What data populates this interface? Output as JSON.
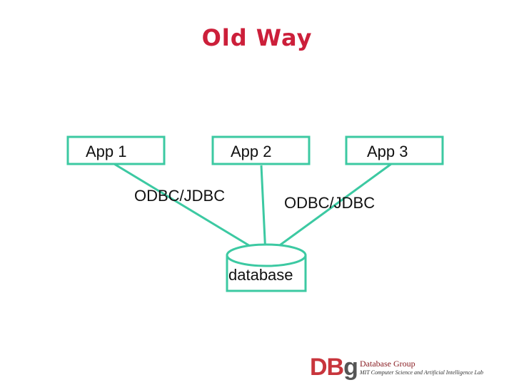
{
  "title": "Old Way",
  "colors": {
    "title": "#cc1f3a",
    "line": "#3cc9a2",
    "text": "#111111"
  },
  "apps": [
    {
      "label": "App 1"
    },
    {
      "label": "App 2"
    },
    {
      "label": "App 3"
    }
  ],
  "drivers": [
    {
      "label": "ODBC/JDBC"
    },
    {
      "label": "ODBC/JDBC"
    }
  ],
  "database": {
    "label": "database"
  },
  "logo": {
    "mark": "DBg",
    "group": "Database Group",
    "lab": "MIT Computer Science and Artificial Intelligence Lab"
  }
}
